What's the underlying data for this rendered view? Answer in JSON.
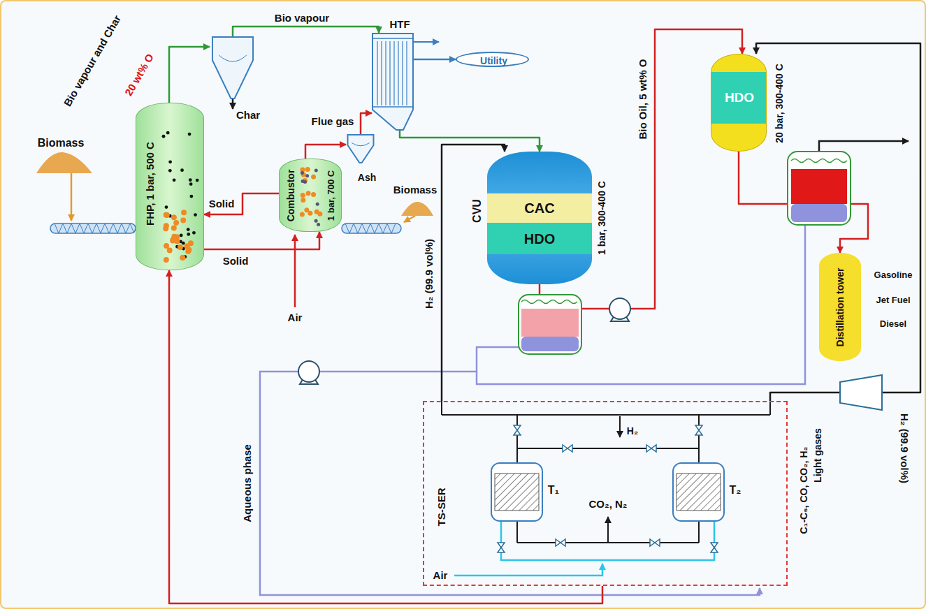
{
  "diagram": {
    "nodes": [
      {
        "text": [
          "FHP, 1 bar, 500 C"
        ]
      },
      {
        "text": [
          "Combustor",
          "1 bar, 700 C"
        ]
      },
      {
        "text": [
          "Char"
        ]
      },
      {
        "text": [
          "Ash"
        ]
      },
      {
        "text": [
          "HTF"
        ]
      },
      {
        "text": [
          "Utility"
        ]
      },
      {
        "text": [
          "CVU",
          "1 bar, 300-400 C"
        ]
      },
      {
        "text": [
          "CAC"
        ],
        "in": 6
      },
      {
        "text": [
          "HDO"
        ],
        "in": 6
      },
      {
        "text": [
          "HDO",
          "20 bar, 300-400 C"
        ]
      },
      {
        "text": [
          "Distillation tower"
        ]
      },
      {
        "text": [
          "TS-SER"
        ]
      },
      {
        "text": [
          "T₁"
        ],
        "in": 11
      },
      {
        "text": [
          "T₂"
        ],
        "in": 11
      }
    ],
    "edges": [
      {
        "from": 0,
        "to": 2,
        "arrow": "to"
      },
      {
        "from": 2,
        "to": 4,
        "label": "Bio vapour",
        "arrow": "to"
      },
      {
        "from": 4,
        "to": 6,
        "arrow": "to"
      },
      {
        "from": 4,
        "to": 5,
        "arrow": "to"
      },
      {
        "from": 3,
        "to": 4,
        "label": "Flue gas",
        "arrow": "to"
      },
      {
        "from": 1,
        "to": 3,
        "arrow": "to"
      },
      {
        "from": 1,
        "to": 0,
        "label": "Solid",
        "arrow": "to"
      },
      {
        "from": 0,
        "to": 1,
        "label": "Solid",
        "arrow": "to"
      },
      {
        "from": 6,
        "to": 9,
        "label": "Bio Oil, 5 wt% O",
        "arrow": "to"
      },
      {
        "from": 9,
        "to": 10,
        "arrow": "to"
      },
      {
        "from": 11,
        "to": 6,
        "label": "H₂ (99.9 vol%)",
        "arrow": "to"
      },
      {
        "from": 11,
        "to": 9,
        "label": "H₂ (99.9 vol%)",
        "arrow": "to"
      },
      {
        "from": 11,
        "to": 0,
        "arrow": "to"
      }
    ],
    "labels": [
      "Bio vapour and Char",
      "20 wt% O",
      "Biomass",
      "Biomass",
      "Air",
      "Air",
      "Aqueous phase",
      "H₂",
      "CO₂, N₂",
      "Light gases",
      "C₁-C₅, CO, CO₂, H₂",
      "Gasoline",
      "Jet Fuel",
      "Diesel"
    ]
  }
}
